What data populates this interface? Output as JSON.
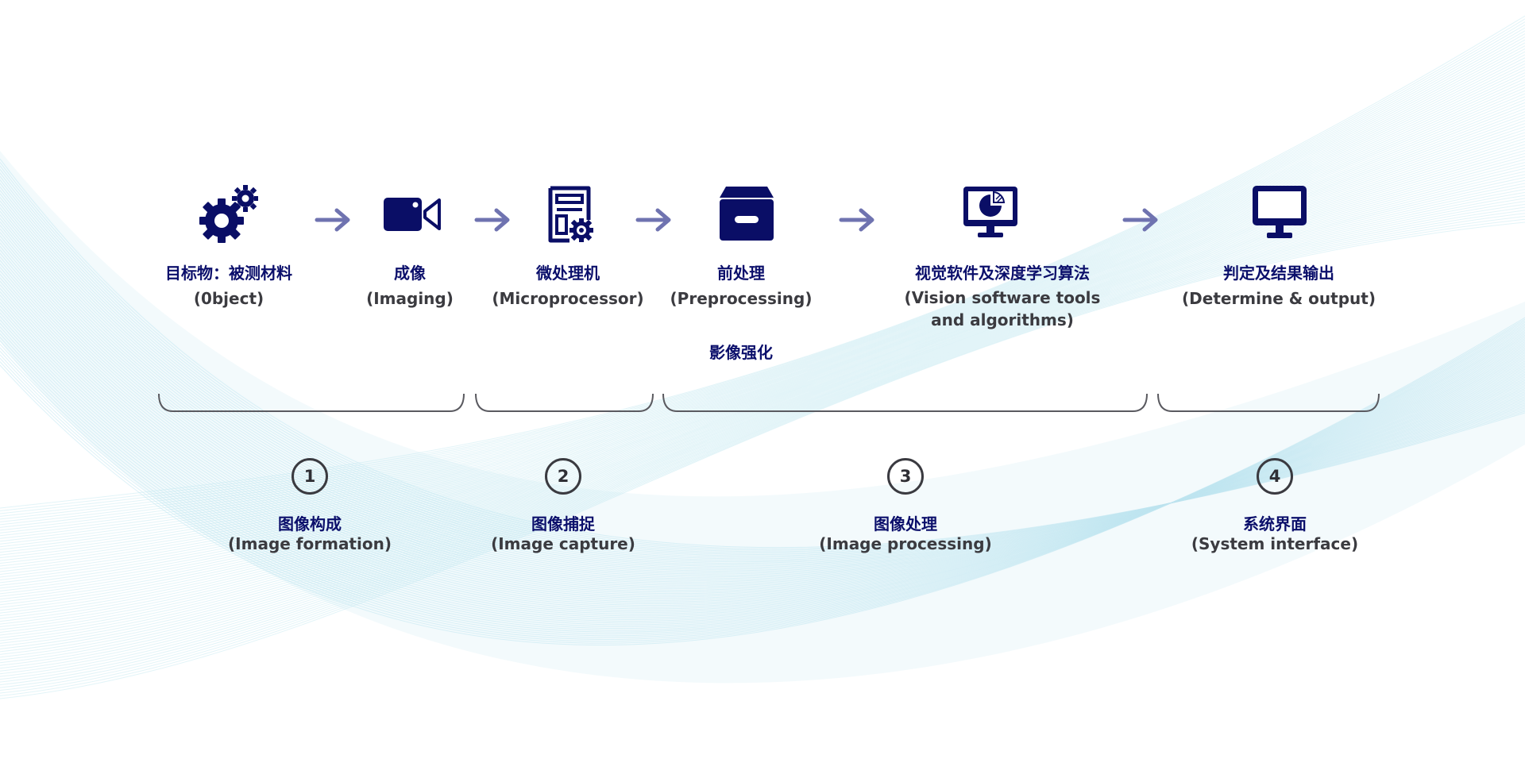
{
  "colors": {
    "icon_navy": "#0a0e66",
    "arrow": "#6f73b0",
    "text_navy": "#0b0f6b",
    "text_gray": "#3b3b40",
    "bracket": "#5a5a60",
    "wave": "#bfe6f0"
  },
  "steps": [
    {
      "icon": "gears-icon",
      "label": "目标物：被测材料",
      "en": "(0bject)"
    },
    {
      "icon": "video-camera-icon",
      "label": "成像",
      "en": "(Imaging)"
    },
    {
      "icon": "processor-document-icon",
      "label": "微处理机",
      "en": "(Microprocessor)"
    },
    {
      "icon": "archive-box-icon",
      "label": "前处理",
      "en": "(Preprocessing)",
      "note": "影像强化"
    },
    {
      "icon": "monitor-chart-icon",
      "label": "视觉软件及深度学习算法",
      "en": "(Vision software tools and algorithms)"
    },
    {
      "icon": "monitor-icon",
      "label": "判定及结果输出",
      "en": "(Determine & output)"
    }
  ],
  "phases": [
    {
      "number": "1",
      "label": "图像构成",
      "en": "(Image formation)"
    },
    {
      "number": "2",
      "label": "图像捕捉",
      "en": "(Image capture)"
    },
    {
      "number": "3",
      "label": "图像处理",
      "en": "(Image processing)"
    },
    {
      "number": "4",
      "label": "系统界面",
      "en": "(System interface)"
    }
  ]
}
